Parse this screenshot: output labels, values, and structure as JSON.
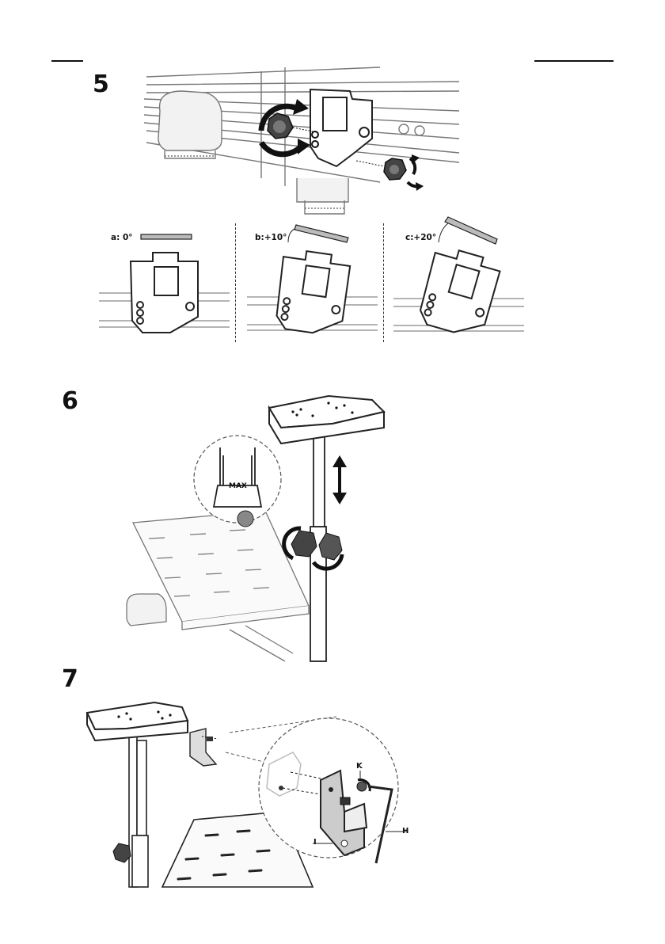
{
  "steps": {
    "five": "5",
    "six": "6",
    "seven": "7"
  },
  "tilt_options": [
    {
      "label": "a: 0°"
    },
    {
      "label": "b:+10°"
    },
    {
      "label": "c:+20°"
    }
  ],
  "step6": {
    "max_mark": "MAX"
  },
  "step7": {
    "part_k": "K",
    "part_h": "H",
    "part_i": "I"
  },
  "icons": [
    "rotate-arrows-icon",
    "up-down-arrow-icon",
    "knob-icon",
    "hex-key-icon",
    "screw-icon"
  ]
}
